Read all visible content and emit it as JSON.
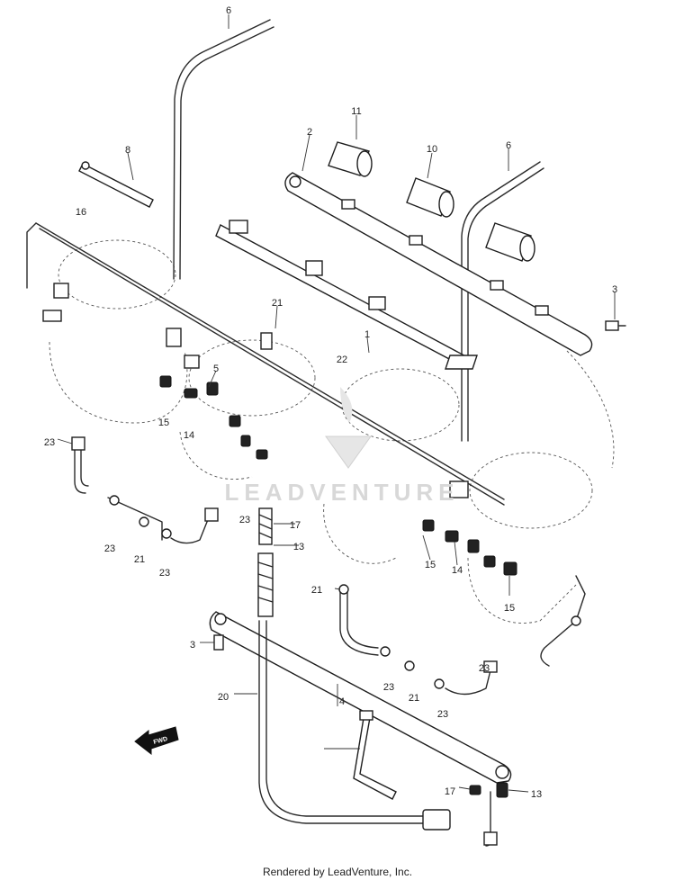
{
  "watermark": "LEADVENTURE",
  "footer_text": "Rendered by LeadVenture, Inc.",
  "fwd_label": "FWD",
  "callouts": [
    {
      "id": "c6a",
      "label": "6"
    },
    {
      "id": "c11",
      "label": "11"
    },
    {
      "id": "c2",
      "label": "2"
    },
    {
      "id": "c10",
      "label": "10"
    },
    {
      "id": "c6b",
      "label": "6"
    },
    {
      "id": "c8",
      "label": "8"
    },
    {
      "id": "c16",
      "label": "16"
    },
    {
      "id": "c3a",
      "label": "3"
    },
    {
      "id": "c21a",
      "label": "21"
    },
    {
      "id": "c22",
      "label": "22"
    },
    {
      "id": "c1",
      "label": "1"
    },
    {
      "id": "c5",
      "label": "5"
    },
    {
      "id": "c15a",
      "label": "15"
    },
    {
      "id": "c14a",
      "label": "14"
    },
    {
      "id": "c23a",
      "label": "23"
    },
    {
      "id": "c23b",
      "label": "23"
    },
    {
      "id": "c21b",
      "label": "21"
    },
    {
      "id": "c23c",
      "label": "23"
    },
    {
      "id": "c23d",
      "label": "23"
    },
    {
      "id": "c17a",
      "label": "17"
    },
    {
      "id": "c13a",
      "label": "13"
    },
    {
      "id": "c15b",
      "label": "15"
    },
    {
      "id": "c14b",
      "label": "14"
    },
    {
      "id": "c15c",
      "label": "15"
    },
    {
      "id": "c21c",
      "label": "21"
    },
    {
      "id": "c3b",
      "label": "3"
    },
    {
      "id": "c20",
      "label": "20"
    },
    {
      "id": "c4",
      "label": "4"
    },
    {
      "id": "c23e",
      "label": "23"
    },
    {
      "id": "c21d",
      "label": "21"
    },
    {
      "id": "c23f",
      "label": "23"
    },
    {
      "id": "c23g",
      "label": "23"
    },
    {
      "id": "c17b",
      "label": "17"
    },
    {
      "id": "c13b",
      "label": "13"
    }
  ]
}
